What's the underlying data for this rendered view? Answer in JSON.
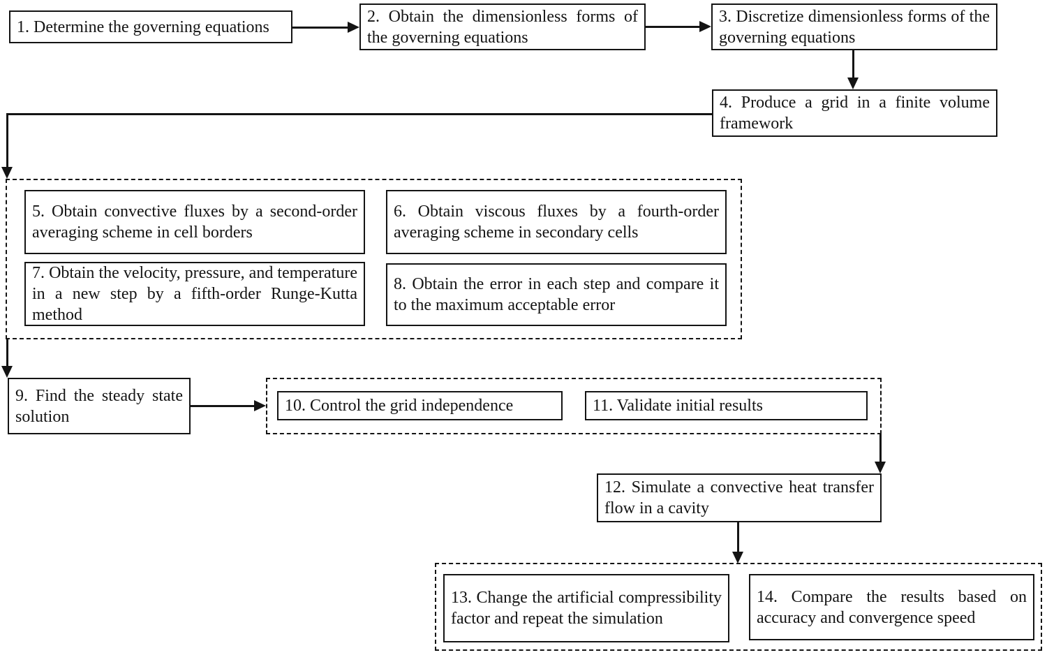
{
  "canvas": {
    "background_color": "#ffffff",
    "line_color": "#141414"
  },
  "chart_type": "flowchart",
  "steps": {
    "s1": {
      "label": "1. Determine the governing equations"
    },
    "s2": {
      "label": "2. Obtain the dimensionless forms of the governing equations"
    },
    "s3": {
      "label": "3. Discretize dimensionless forms of the governing equations"
    },
    "s4": {
      "label": "4. Produce a grid in a finite volume framework"
    },
    "s5": {
      "label": "5. Obtain convective fluxes by a second-order averaging scheme in cell borders"
    },
    "s6": {
      "label": "6. Obtain viscous fluxes by a fourth-order averaging scheme in secondary cells"
    },
    "s7": {
      "label": "7. Obtain the velocity, pressure, and temperature in a new step by a fifth-order Runge-Kutta method"
    },
    "s8": {
      "label": "8. Obtain the error in each step and compare it to the maximum acceptable error"
    },
    "s9": {
      "label": "9. Find the steady state solution"
    },
    "s10": {
      "label": "10. Control the grid independence"
    },
    "s11": {
      "label": "11. Validate initial results"
    },
    "s12": {
      "label": "12. Simulate a convective heat transfer flow in a cavity"
    },
    "s13": {
      "label": "13. Change the artificial compressibility factor and repeat the simulation"
    },
    "s14": {
      "label": "14. Compare the results based on accuracy and convergence speed"
    }
  },
  "groups": [
    {
      "id": "group-flux-solver",
      "contains": [
        "s5",
        "s6",
        "s7",
        "s8"
      ],
      "border": "dashed"
    },
    {
      "id": "group-verification",
      "contains": [
        "s10",
        "s11"
      ],
      "border": "dashed"
    },
    {
      "id": "group-comparison",
      "contains": [
        "s13",
        "s14"
      ],
      "border": "dashed"
    }
  ],
  "edges": [
    {
      "from": "s1",
      "to": "s2",
      "direction": "right"
    },
    {
      "from": "s2",
      "to": "s3",
      "direction": "right"
    },
    {
      "from": "s3",
      "to": "s4",
      "direction": "down"
    },
    {
      "from": "s4",
      "to": "group-flux-solver",
      "direction": "left-then-down"
    },
    {
      "from": "group-flux-solver",
      "to": "s9",
      "direction": "down"
    },
    {
      "from": "s9",
      "to": "group-verification",
      "direction": "right"
    },
    {
      "from": "group-verification",
      "to": "s12",
      "direction": "down"
    },
    {
      "from": "s12",
      "to": "group-comparison",
      "direction": "down"
    }
  ]
}
